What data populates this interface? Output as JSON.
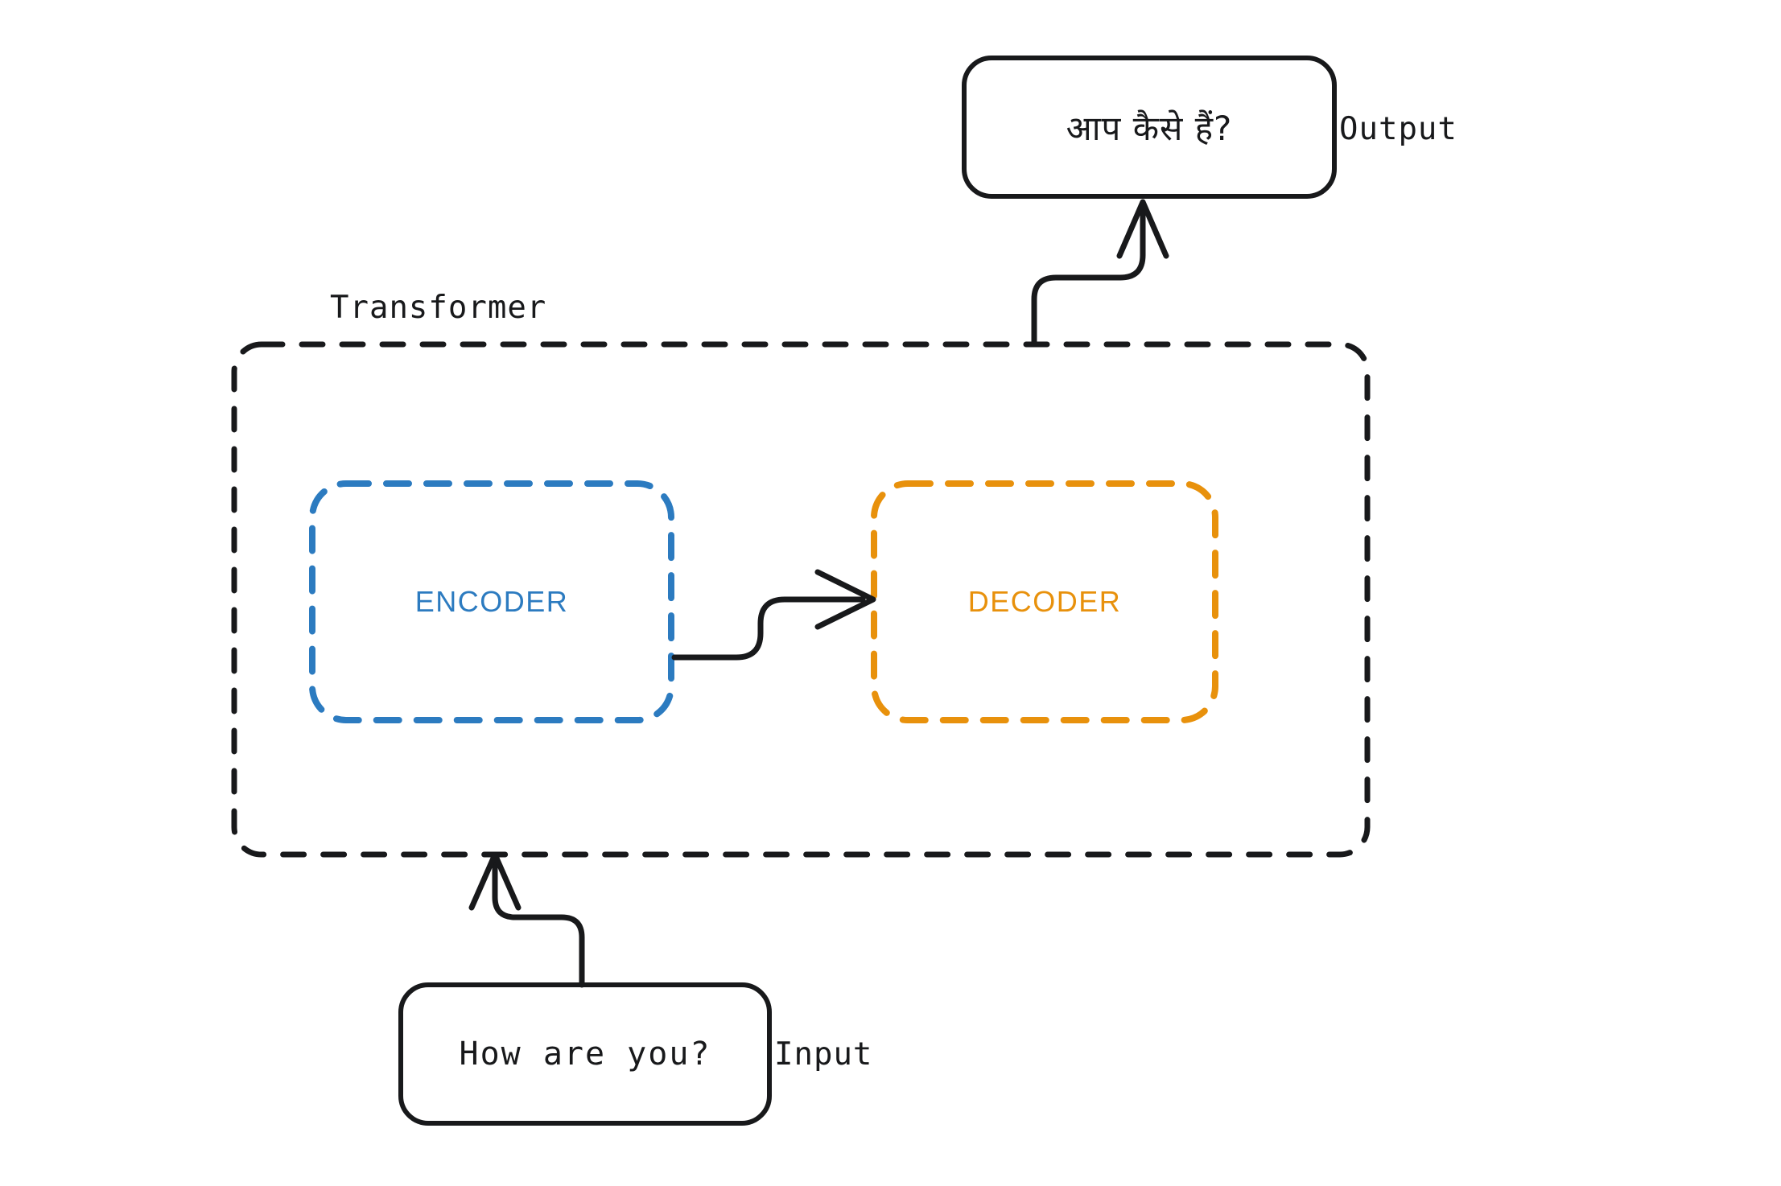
{
  "diagram": {
    "title_label": "Transformer",
    "colors": {
      "stroke_dark": "#18191b",
      "encoder_blue": "#2c7bc0",
      "decoder_orange": "#e8910c",
      "background": "#ffffff"
    },
    "nodes": {
      "output_box": {
        "text": "आप कैसे हैं?",
        "side_label": "Output"
      },
      "input_box": {
        "text": "How are you?",
        "side_label": "Input"
      },
      "transformer_container": {
        "label": "Transformer"
      },
      "encoder_block": {
        "label": "ENCODER"
      },
      "decoder_block": {
        "label": "DECODER"
      }
    },
    "edges": [
      {
        "name": "input-to-transformer",
        "from": "input_box",
        "to": "transformer_container"
      },
      {
        "name": "encoder-to-decoder",
        "from": "encoder_block",
        "to": "decoder_block"
      },
      {
        "name": "transformer-to-output",
        "from": "transformer_container",
        "to": "output_box"
      }
    ]
  }
}
